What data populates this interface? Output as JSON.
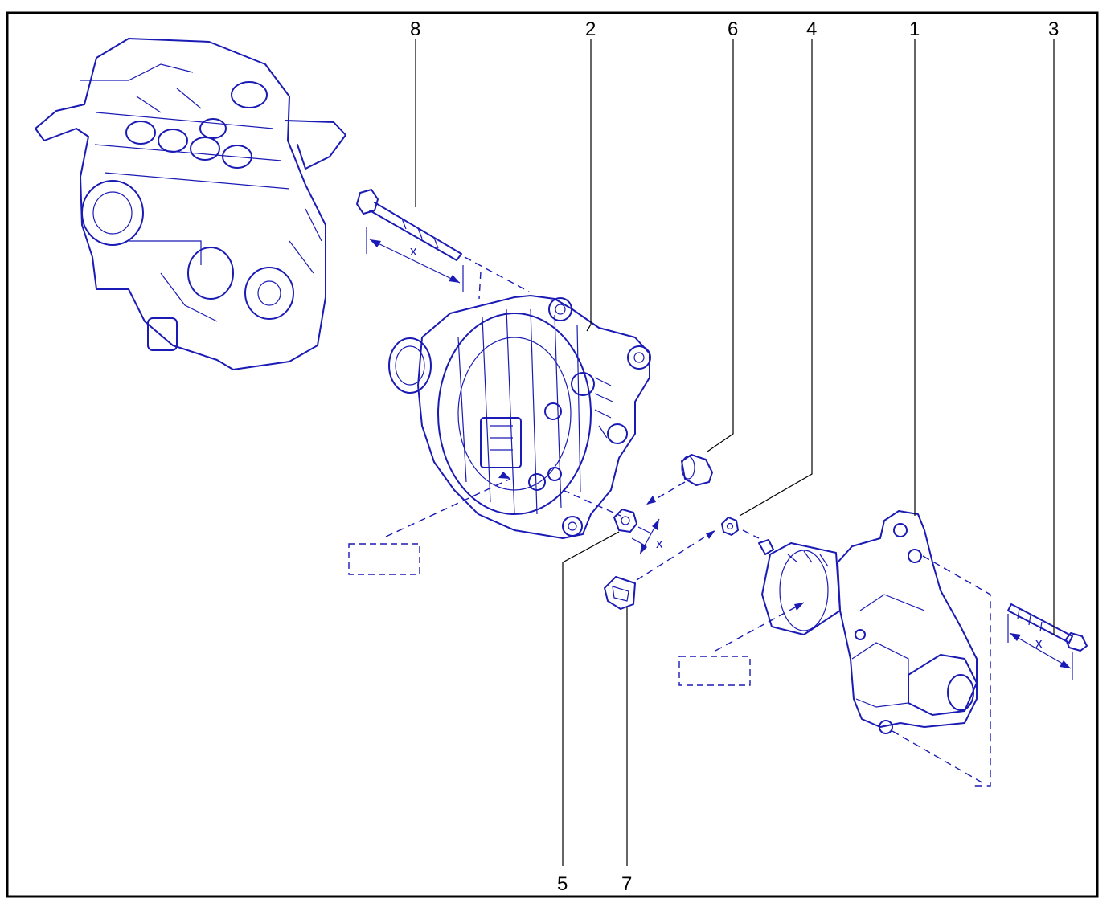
{
  "colors": {
    "ink": "#1a1ab4",
    "frame": "#000000",
    "background": "#ffffff"
  },
  "callouts": {
    "c1": "1",
    "c2": "2",
    "c3": "3",
    "c4": "4",
    "c5": "5",
    "c6": "6",
    "c7": "7",
    "c8": "8"
  },
  "dimensions": {
    "bolt_8": "x",
    "nut_5": "x",
    "bolt_3": "x"
  },
  "parts": [
    {
      "callout": "1",
      "name": "starter-motor"
    },
    {
      "callout": "2",
      "name": "alternator"
    },
    {
      "callout": "3",
      "name": "starter-bolt"
    },
    {
      "callout": "4",
      "name": "starter-nut"
    },
    {
      "callout": "5",
      "name": "alternator-nut"
    },
    {
      "callout": "6",
      "name": "terminal-cap"
    },
    {
      "callout": "7",
      "name": "cable-terminal"
    },
    {
      "callout": "8",
      "name": "alternator-bolt"
    }
  ]
}
